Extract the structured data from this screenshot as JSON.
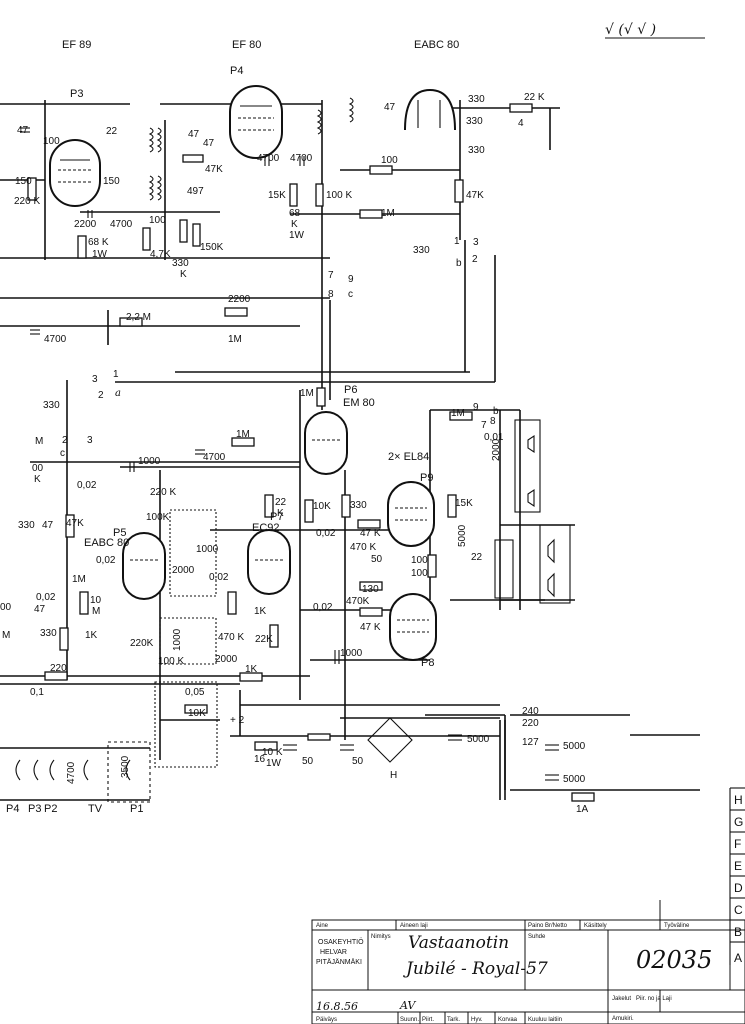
{
  "header": {
    "tube_ef89": "EF 89",
    "tube_ef80": "EF 80",
    "tube_eabc80": "EABC 80",
    "corner_mark": "√ (√ √ )"
  },
  "tube_labels": {
    "p3": "P3",
    "p4": "P4",
    "p5": "P5",
    "p5_type": "EABC 80",
    "p6": "P6",
    "p6_type": "EM 80",
    "p7": "P7",
    "p7_type": "EC92",
    "p8": "P8",
    "p9": "P9",
    "output_pair": "2× EL84"
  },
  "components": {
    "c_47a": "47",
    "c_100a": "100",
    "c_22": "22",
    "c_47b": "47",
    "c_47c": "47",
    "c_150a": "150",
    "c_150b": "150",
    "c_497": "497",
    "r_47k_top": "47K",
    "c_4700a": "4700",
    "c_4700b": "4700",
    "c_2200a": "2200",
    "c_4700c": "4700",
    "r_68k": "68 K",
    "r_68k_w": "1W",
    "r_220k_left": "220 K",
    "c_100b": "100",
    "r_4_7k": "4,7K",
    "r_330k": "330",
    "r_330k_k": "K",
    "r_150k": "150K",
    "r_15k": "15K",
    "r_68k_b": "68",
    "r_68k_b_k": "K",
    "r_68k_b_w": "1W",
    "r_100k": "100 K",
    "c_47_det": "47",
    "r_330_a": "330",
    "r_330_b": "330",
    "r_22k": "22 K",
    "c_4": "4",
    "r_330_c": "330",
    "r_100": "100",
    "r_47k_det": "47K",
    "r_1m_a": "1M",
    "c_330_sw": "330",
    "c_2200b": "2200",
    "r_22m": "2,2 M",
    "r_1m_b": "1M",
    "c_4700d": "4700",
    "r_1m_c": "1M",
    "r_1m_d": "1M",
    "c_4700e": "4700",
    "c_330_left": "330",
    "r_m_left": "M",
    "r_00k": "00",
    "r_00k_k": "K",
    "c_002a": "0,02",
    "r_47k_p5": "47K",
    "c_330_47": "330",
    "c_47_left": "47",
    "r_1m_p5": "1M",
    "c_002b": "0,02",
    "r_10m": "10",
    "r_10m_m": "M",
    "c_002c": "0,02",
    "c_47_low": "47",
    "r_330_low": "330",
    "r_1k_a": "1K",
    "c_220": "220",
    "c_01": "0,1",
    "r_m_low": "M",
    "r_00_low": "00",
    "c_1000a": "1000",
    "r_220k_p5": "220 K",
    "r_100k_p5": "100K",
    "c_1000b": "1000",
    "c_2000a": "2000",
    "c_002d": "0,02",
    "r_22k_p7": "22",
    "r_22k_p7_k": "K",
    "r_1k_p7": "1K",
    "r_470k": "470 K",
    "r_22k_b": "22K",
    "r_220k_b": "220K",
    "c_1000c": "1000",
    "r_100k_b": "100 K",
    "c_2000b": "2000",
    "r_1k_b": "1K",
    "c_005": "0,05",
    "r_10k": "10K",
    "r_10k_a": "10K",
    "r_330_p6": "330",
    "c_002e": "0,02",
    "r_47k_a": "47 K",
    "r_470k_a": "470 K",
    "c_50a": "50",
    "r_130": "130",
    "r_470k_b": "470K",
    "c_002f": "0,02",
    "r_47k_b": "47 K",
    "r_100_a": "100",
    "r_100_b": "100",
    "c_1000d": "1000",
    "c_5000a": "5000",
    "r_15k_b": "15K",
    "r_1m_e": "1M",
    "c_001": "0,01",
    "c_2000c": "2000",
    "plus_2": "+ 2",
    "c_16": "16",
    "r_10k_b": "10 K",
    "r_10k_b_w": "1W",
    "c_50b": "50",
    "c_50c": "50",
    "c_5000b": "5000",
    "mark_h": "H",
    "v_240": "240",
    "v_220": "220",
    "v_127": "127",
    "c_5000c": "5000",
    "c_5000d": "5000",
    "fuse_1a": "1A",
    "c_4700f": "4700",
    "c_3500": "3500"
  },
  "switch_labels": {
    "s7": "7",
    "s9": "9",
    "s8": "8",
    "sc": "c",
    "s1": "1",
    "s3": "3",
    "sb": "b",
    "s2": "2",
    "a3": "3",
    "a1": "1",
    "a2": "2",
    "aa": "a",
    "b2": "2",
    "b3": "3",
    "bc": "c",
    "o9": "9",
    "ob": "b",
    "o7": "7",
    "o8": "8"
  },
  "filament_labels": [
    "P4",
    "P3",
    "P2",
    "TV",
    "P1"
  ],
  "grid_letters": [
    "H",
    "G",
    "F",
    "E",
    "D",
    "C",
    "B",
    "A"
  ],
  "title_block": {
    "h_aine": "Aine",
    "h_aineen_laji": "Aineen laji",
    "h_paino": "Paino Br/Netto",
    "h_kasittely": "Käsittely",
    "h_tyovaline": "Työväline",
    "company_1": "OSAKEYHTIÖ",
    "company_2": "HELVAR",
    "company_3": "PITÄJÄNMÄKI",
    "h_nimitys": "Nimitys",
    "h_suhde": "Suhde",
    "name_line1": "Vastaanotin",
    "name_line2": "Jubilé - Royal-57",
    "drawing_number": "02035",
    "f_jakelu": "Jakelut",
    "f_piir_no": "Piir. no ja Laji",
    "f_ammuu": "Amukiri.",
    "f_paivays": "Päiväys",
    "f_suunn": "Suunn.",
    "f_piirt": "Piirt.",
    "f_tark": "Tark.",
    "f_hyv": "Hyv.",
    "f_korvaa": "Korvaa",
    "f_kuuluu": "Kuuluu laitiin",
    "date": "16.8.56",
    "initials": "AV"
  }
}
